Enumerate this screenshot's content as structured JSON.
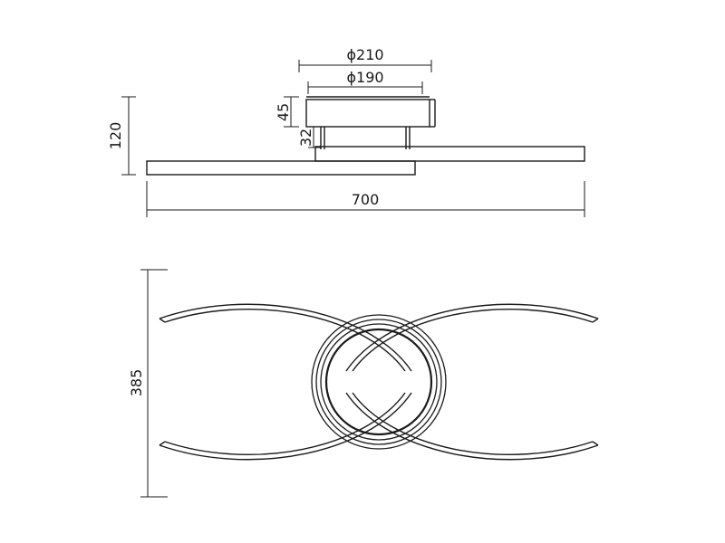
{
  "side_view": {
    "dim_outer_diameter": "ϕ210",
    "dim_inner_diameter": "ϕ190",
    "dim_canopy_height": "45",
    "dim_spacer_height": "32",
    "dim_total_height": "120",
    "dim_total_width": "700"
  },
  "top_view": {
    "dim_depth": "385"
  }
}
